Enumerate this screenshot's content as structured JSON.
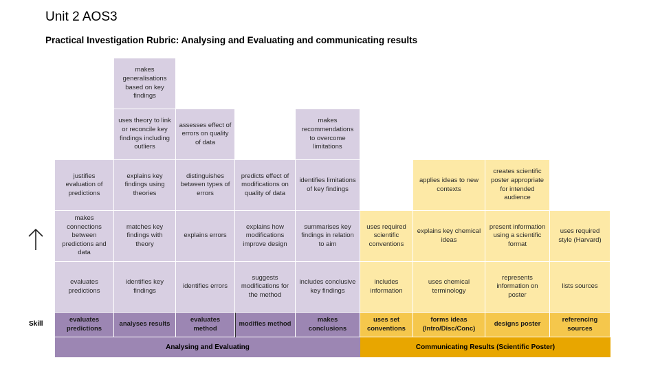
{
  "title": "Unit 2 AOS3",
  "subtitle": "Practical Investigation Rubric: Analysing and Evaluating and communicating results",
  "skill_label": "Skill",
  "cells": {
    "r1c2": "makes generalisations based on key findings",
    "r2c2": "uses theory to link or reconcile key findings including outliers",
    "r2c3": "assesses effect of errors on quality of data",
    "r2c5": "makes recommendations to overcome limitations",
    "r3c1": "justifies evaluation of predictions",
    "r3c2": "explains key findings using theories",
    "r3c3": "distinguishes between types of errors",
    "r3c4": "predicts effect of modifications on quality of data",
    "r3c5": "identifies limitations of key findings",
    "r3c7": "applies ideas to new contexts",
    "r3c8": "creates scientific poster appropriate for intended audience",
    "r4c1": "makes connections between predictions and data",
    "r4c2": "matches key findings with theory",
    "r4c3": "explains errors",
    "r4c4": "explains how modifications improve design",
    "r4c5": "summarises key findings in relation to aim",
    "r4c6": "uses required scientific conventions",
    "r4c7": "explains key chemical ideas",
    "r4c8": "present information using a scientific format",
    "r4c9": "uses required style (Harvard)",
    "r5c1": "evaluates predictions",
    "r5c2": "identifies key findings",
    "r5c3": "identifies errors",
    "r5c4": "suggests modifications for the method",
    "r5c5": "includes conclusive key findings",
    "r5c6": "includes information",
    "r5c7": "uses chemical terminology",
    "r5c8": "represents information on poster",
    "r5c9": "lists sources"
  },
  "skills": [
    "evaluates predictions",
    "analyses results",
    "evaluates method",
    "modifies method",
    "makes conclusions",
    "uses set conventions",
    "forms ideas (Intro/Disc/Conc)",
    "designs poster",
    "referencing sources"
  ],
  "footer": {
    "left": "Analysing and Evaluating",
    "right": "Communicating Results (Scientific Poster)"
  },
  "colors": {
    "purple_light": "#d8cfe2",
    "purple_dark": "#9c86b3",
    "yellow_light": "#fde9a6",
    "yellow_mid": "#f5c74c",
    "yellow_dark": "#e8a600"
  },
  "icons": {
    "arrow": "up-arrow-icon"
  }
}
